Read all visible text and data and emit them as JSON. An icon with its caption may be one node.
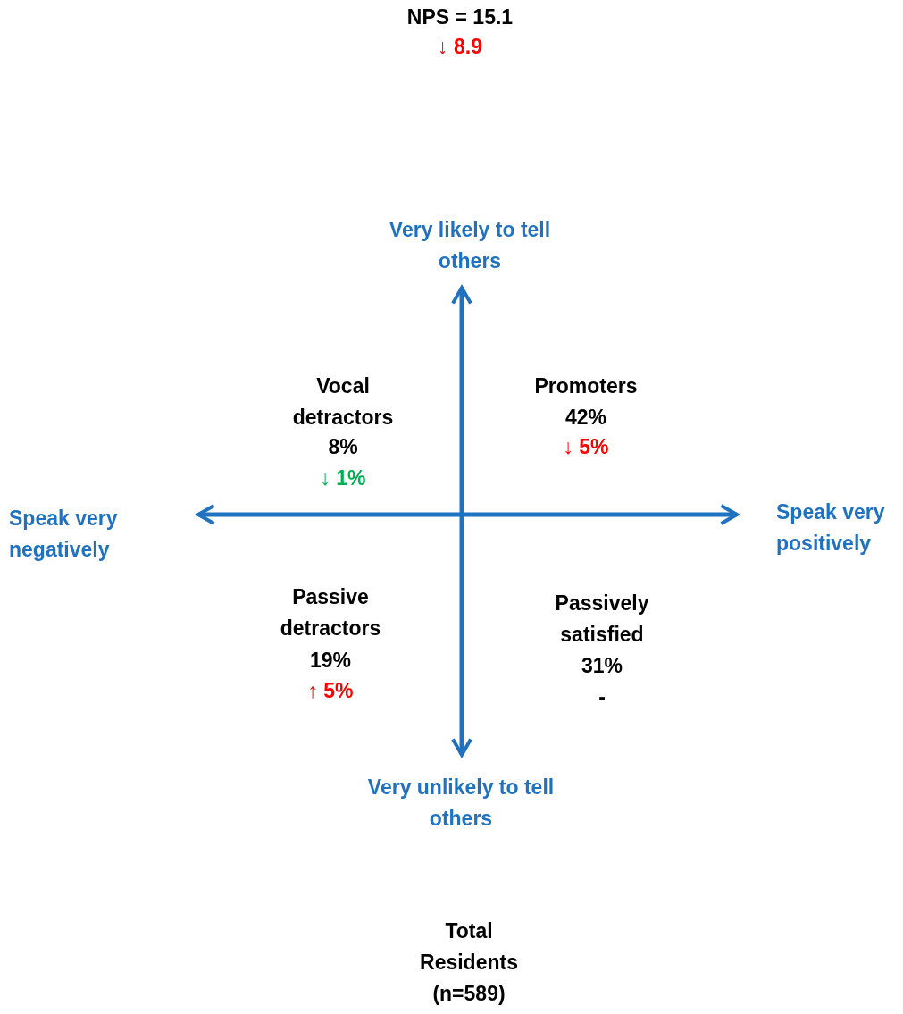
{
  "diagram": {
    "title": "NPS = 15.1",
    "caption": "Total Residents (n=589)",
    "labels": [
      "↓ 8.9",
      "Very likely to tell others",
      "Vocal detractors",
      "8%",
      "↓ 1%",
      "Promoters",
      "42%",
      "↓ 5%",
      "Speak very negatively",
      "Speak very positively",
      "Passive detractors",
      "19%",
      "↑ 5%",
      "Passively satisfied",
      "31%",
      "-",
      "Very unlikely to tell others"
    ]
  }
}
